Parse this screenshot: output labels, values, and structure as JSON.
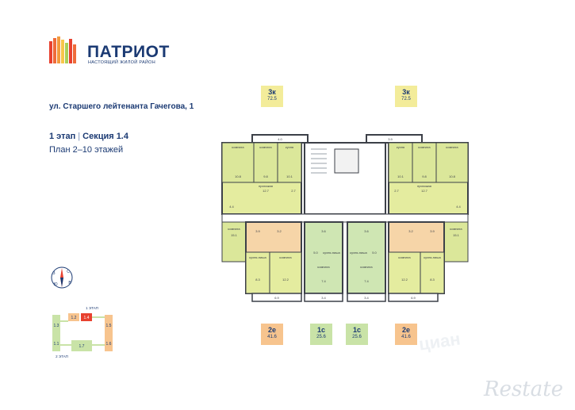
{
  "brand": {
    "title": "ПАТРИОТ",
    "subtitle": "НАСТОЯЩИЙ ЖИЛОЙ РАЙОН",
    "bar_colors": [
      "#e8412f",
      "#ef6b3a",
      "#f39a3e",
      "#f7c64a",
      "#a9cf5a",
      "#e8412f",
      "#ef6b3a"
    ]
  },
  "address": "ул. Старшего лейтенанта Гачегова, 1",
  "stage": "1 этап",
  "section": "Секция 1.4",
  "plan_label": "План 2–10 этажей",
  "badges": {
    "top_left": {
      "type": "3к",
      "area": "72.5"
    },
    "top_right": {
      "type": "3к",
      "area": "72.5"
    },
    "bottom_1": {
      "type": "2е",
      "area": "41.6"
    },
    "bottom_2": {
      "type": "1с",
      "area": "25.6"
    },
    "bottom_3": {
      "type": "1с",
      "area": "25.6"
    },
    "bottom_4": {
      "type": "2е",
      "area": "41.6"
    }
  },
  "rooms": {
    "room_word": "комната",
    "kitchen_word": "кухня",
    "hall_word": "прихожая",
    "kitchen_niche": "кухня-ниша",
    "top_left_balcony": "4.0",
    "top_right_balcony": "3.9",
    "tl_room1": "10.8",
    "tl_room2": "9.8",
    "tl_kitchen": "10.1",
    "tl_hall": "12.7",
    "tl_bath": "2.7",
    "tl_wc": "4.4",
    "tl_room3": "15.1",
    "tr_room1": "10.8",
    "tr_room2": "9.8",
    "tr_kitchen": "10.1",
    "tr_hall": "12.7",
    "tr_bath": "2.7",
    "tr_wc": "4.4",
    "tr_room3": "15.1",
    "bl_room": "8.3",
    "bl_hall": "3.9",
    "bl_room2": "12.2",
    "bl_bath": "3.2",
    "bl_balcony": "6.9",
    "bc1_hall": "3.6",
    "bc1_niche": "5.0",
    "bc1_room": "7.4",
    "bc1_bath": "3.6",
    "bc1_balcony": "3.4",
    "bc2_niche": "5.0",
    "bc2_room": "7.4",
    "bc2_bath": "3.6",
    "bc2_balcony": "3.4",
    "br_room": "8.3",
    "br_hall": "3.9",
    "br_room2": "12.2",
    "br_bath": "3.2",
    "br_balcony": "6.9",
    "mid_value": "5.0"
  },
  "compass": {
    "labels": [
      "С",
      "Ю",
      "З",
      "В"
    ]
  },
  "minimap": {
    "top_label": "1 ЭТАП",
    "bottom_label": "2 ЭТАП",
    "sections": [
      "1.3",
      "1.2",
      "1.4",
      "1.5",
      "1.1",
      "1.7",
      "1.6"
    ]
  },
  "watermark": "Restate",
  "cian": "циан",
  "colors": {
    "navy": "#1b3a73",
    "yellow": "#f3ec9a",
    "orange": "#f7c48e",
    "green": "#c9e3a7",
    "highlight": "#e8412f"
  }
}
